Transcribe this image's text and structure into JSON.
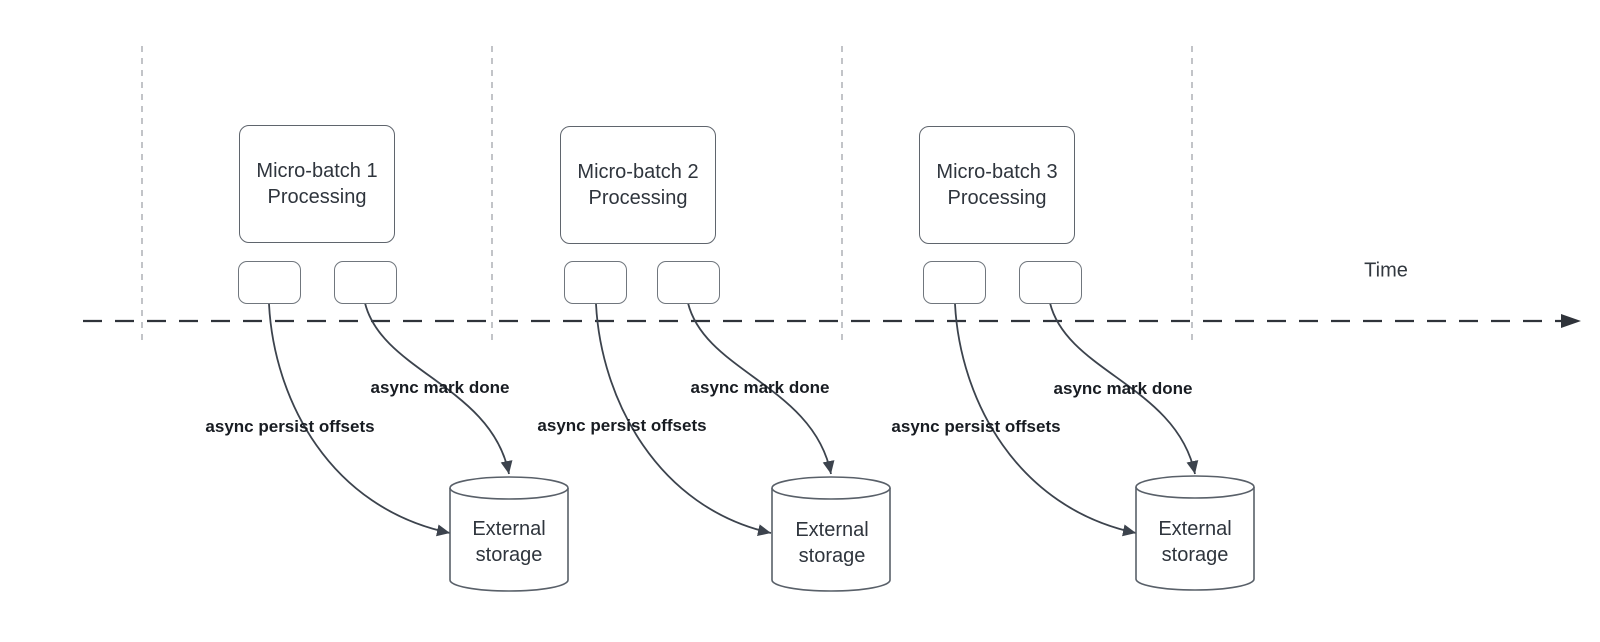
{
  "diagram": {
    "time_label": "Time",
    "batches": [
      {
        "title": "Micro-batch 1\nProcessing",
        "persist_label": "async persist offsets",
        "mark_label": "async mark done",
        "storage_label": "External\nstorage"
      },
      {
        "title": "Micro-batch 2\nProcessing",
        "persist_label": "async persist offsets",
        "mark_label": "async mark done",
        "storage_label": "External\nstorage"
      },
      {
        "title": "Micro-batch 3\nProcessing",
        "persist_label": "async persist offsets",
        "mark_label": "async mark done",
        "storage_label": "External\nstorage"
      }
    ],
    "colors": {
      "background": "#ffffff",
      "timeline": "#2f333a",
      "guide_line": "#b3b6ba",
      "arrow": "#3c434d",
      "cylinder_stroke": "#596069",
      "box_border": "#666c74",
      "box_text": "#2f353d",
      "label_text": "#181c22"
    }
  }
}
